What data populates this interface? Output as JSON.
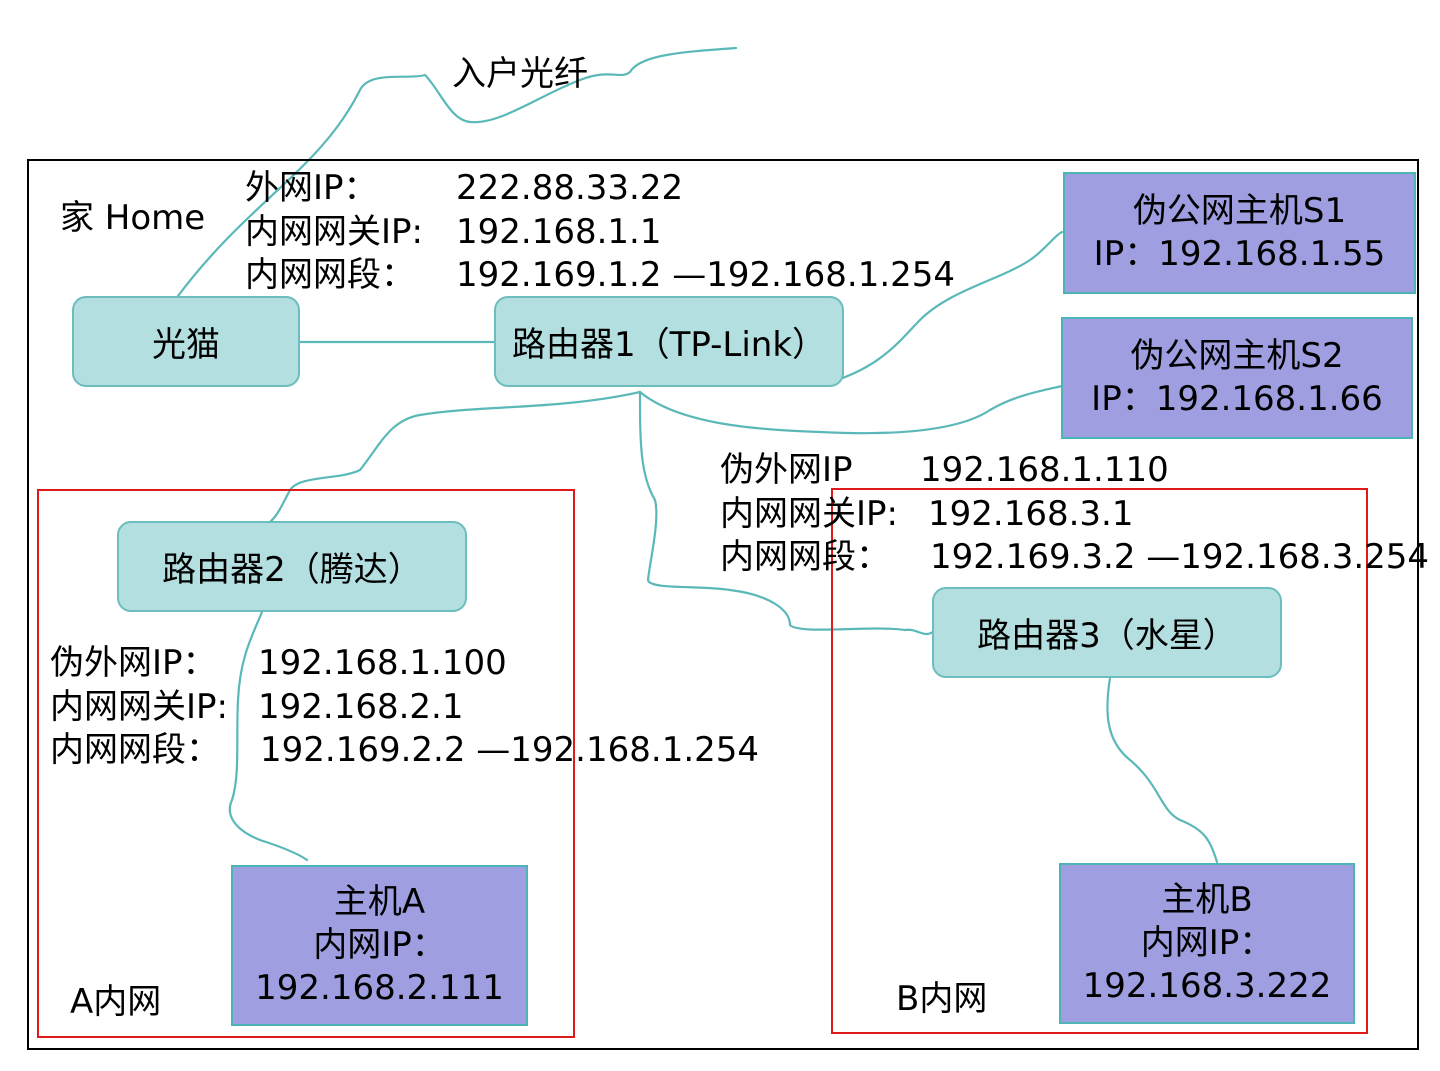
{
  "fiber_label": "入户光纤",
  "home_label": "家 Home",
  "router1_info": {
    "wan_label": "外网IP：",
    "wan_value": "222.88.33.22",
    "gw_label": "内网网关IP:",
    "gw_value": "192.168.1.1",
    "range_label": "内网网段：",
    "range_value": "192.169.1.2 —192.168.1.254"
  },
  "modem": {
    "label": "光猫"
  },
  "router1": {
    "label": "路由器1（TP-Link）"
  },
  "router2": {
    "label": "路由器2（腾达）"
  },
  "router3": {
    "label": "路由器3（水星）"
  },
  "host_s1": {
    "title": "伪公网主机S1",
    "ip": "IP：192.168.1.55"
  },
  "host_s2": {
    "title": "伪公网主机S2",
    "ip": "IP：192.168.1.66"
  },
  "router3_info": {
    "wan_label": "伪外网IP",
    "wan_value": "192.168.1.110",
    "gw_label": "内网网关IP:",
    "gw_value": "192.168.3.1",
    "range_label": "内网网段：",
    "range_value": "192.169.3.2 —192.168.3.254"
  },
  "router2_info": {
    "wan_label": "伪外网IP：",
    "wan_value": "192.168.1.100",
    "gw_label": "内网网关IP:",
    "gw_value": "192.168.2.1",
    "range_label": "内网网段：",
    "range_value": "192.169.2.2 —192.168.1.254"
  },
  "host_a": {
    "title": "主机A",
    "ip_label": "内网IP：",
    "ip": "192.168.2.111"
  },
  "host_b": {
    "title": "主机B",
    "ip_label": "内网IP：",
    "ip": "192.168.3.222"
  },
  "net_a_label": "A内网",
  "net_b_label": "B内网",
  "colors": {
    "device_fill": "#b4dfe0",
    "host_fill": "#9e9ee0",
    "wire": "#5bb8b8",
    "subnet_border": "#e0191b"
  }
}
